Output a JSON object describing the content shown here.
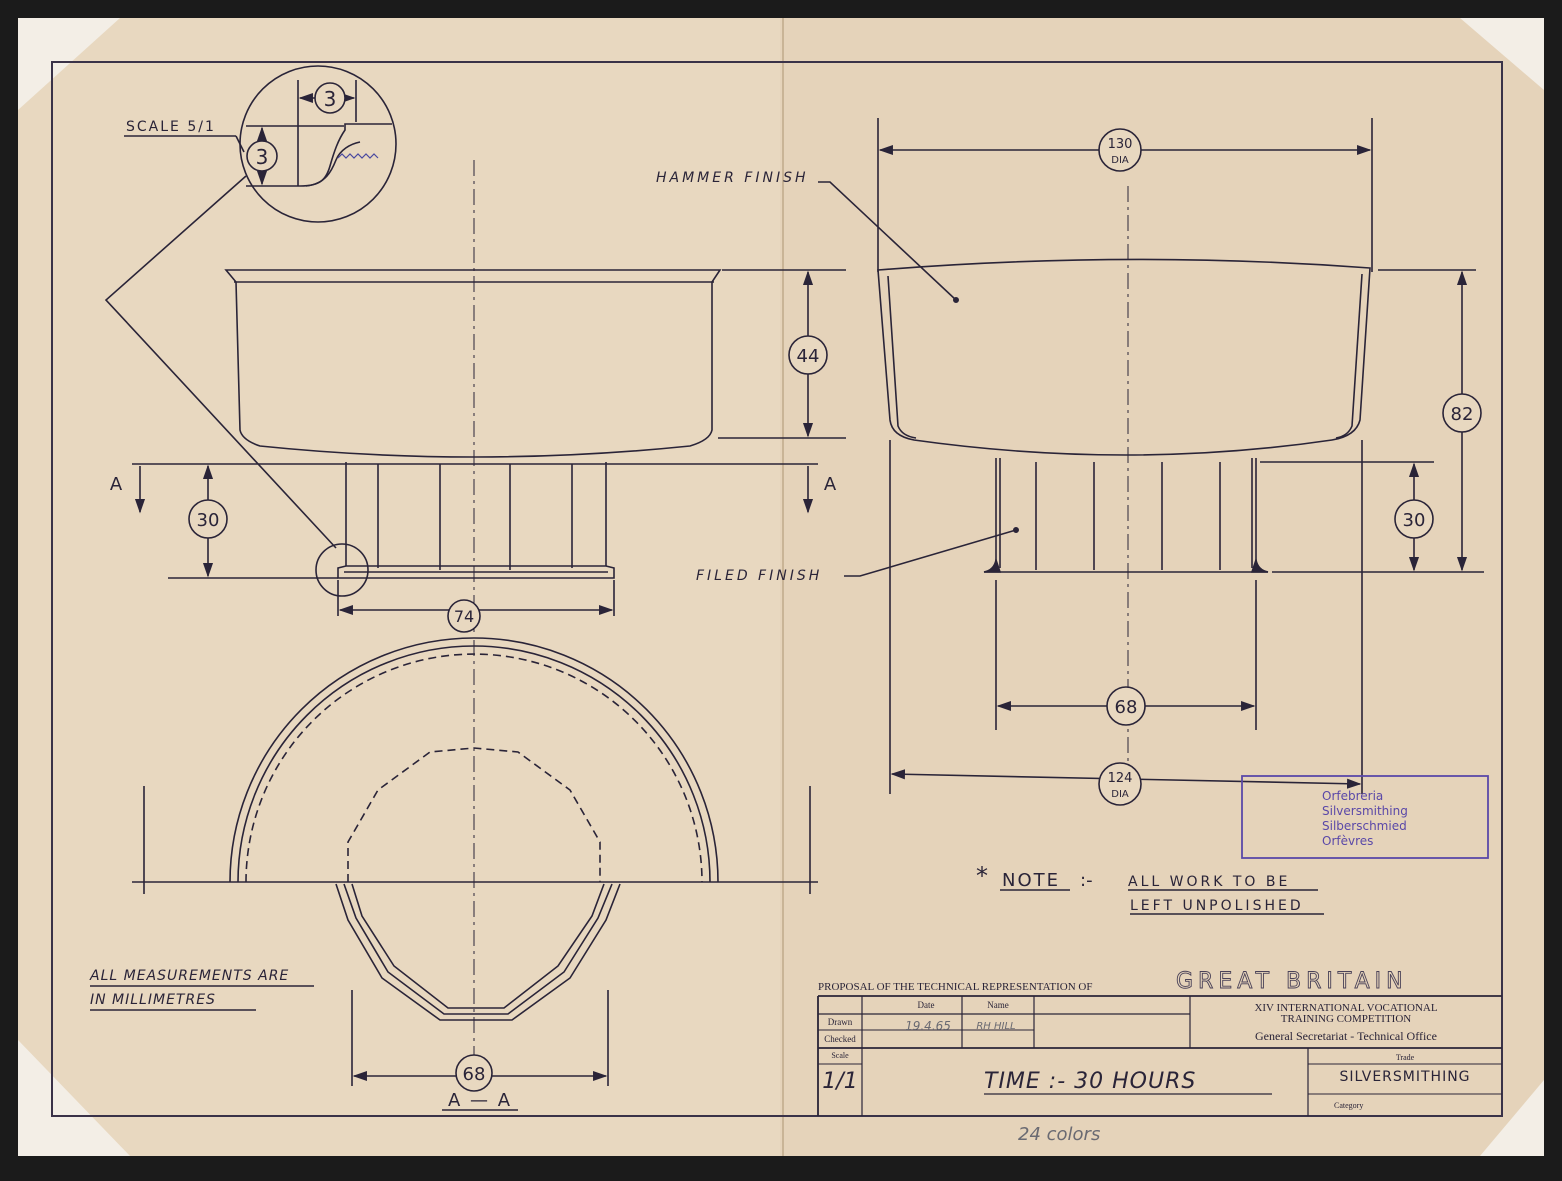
{
  "colors": {
    "paper": "#e8d8c0",
    "ink": "#2a2438",
    "frame": "#3a3248",
    "stamp": "#5a48a8",
    "pencil": "#6a6a72"
  },
  "detail": {
    "scale_label": "SCALE 5/1",
    "dim_width": "3",
    "dim_height": "3"
  },
  "left_view": {
    "dim_bowl_height": "44",
    "dim_foot_height": "30",
    "dim_foot_width": "74",
    "section_marker_left": "A",
    "section_marker_right": "A"
  },
  "section_view": {
    "dim_width": "68",
    "label": "A — A"
  },
  "right_view": {
    "hammer_finish": "HAMMER FINISH",
    "filed_finish": "FILED FINISH",
    "dim_top_dia_value": "130",
    "dim_top_dia_unit": "DIA",
    "dim_total_height": "82",
    "dim_foot_height": "30",
    "dim_foot_width": "68",
    "dim_base_dia_value": "124",
    "dim_base_dia_unit": "DIA"
  },
  "note": {
    "star": "*",
    "label": "NOTE",
    "dash": ":-",
    "line1": "ALL WORK TO BE",
    "line2": "LEFT UNPOLISHED"
  },
  "measurements_note": {
    "line1": "ALL MEASUREMENTS ARE",
    "line2": "IN MILLIMETRES"
  },
  "stamp": {
    "lines": [
      "Orfebreria",
      "Silversmithing",
      "Silberschmied",
      "Orfèvres"
    ]
  },
  "title_block": {
    "proposal_label": "PROPOSAL OF THE TECHNICAL REPRESENTATION OF",
    "country": "GREAT BRITAIN",
    "date_header": "Date",
    "name_header": "Name",
    "drawn_label": "Drawn",
    "checked_label": "Checked",
    "drawn_date": "19.4.65",
    "drawn_name": "RH HILL",
    "competition_line1": "XIV INTERNATIONAL VOCATIONAL",
    "competition_line2": "TRAINING COMPETITION",
    "office": "General Secretariat - Technical Office",
    "scale_label": "Scale",
    "scale_value": "1/1",
    "time": "TIME :- 30 HOURS",
    "trade_label": "Trade",
    "trade_value": "SILVERSMITHING",
    "category_label": "Category"
  },
  "pencil_note": "24 colors"
}
